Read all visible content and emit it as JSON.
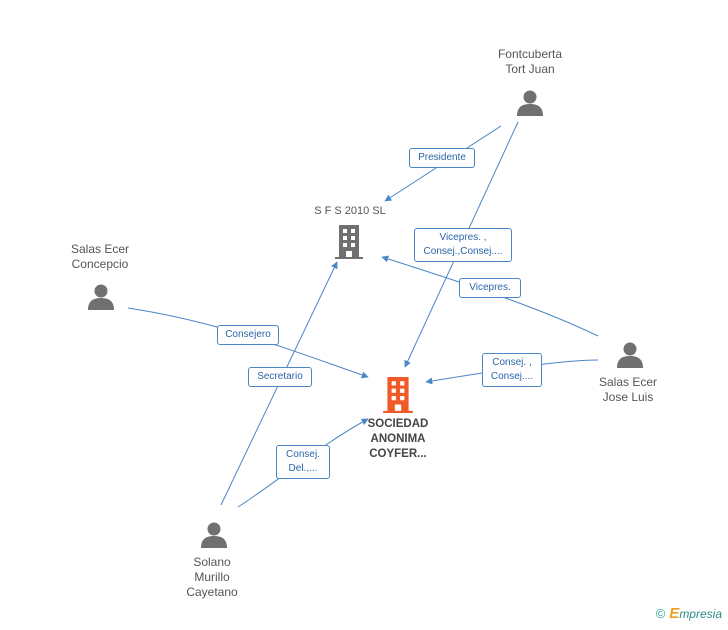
{
  "nodes": {
    "fontcuberta": "Fontcuberta\nTort Juan",
    "sfs": "S F S 2010 SL",
    "salas_concepcio": "Salas Ecer\nConcepcio",
    "salas_jose": "Salas Ecer\nJose Luis",
    "sociedad": "SOCIEDAD\nANONIMA\nCOYFER...",
    "solano": "Solano\nMurillo\nCayetano"
  },
  "edges": {
    "presidente": "Presidente",
    "vicepres_consej": "Vicepres. ,\nConsej.,Consej....",
    "vicepres": "Vicepres.",
    "consejero": "Consejero",
    "secretario": "Secretario",
    "consej_jose": "Consej. ,\nConsej....",
    "consej_del": "Consej.\nDel.,..."
  },
  "footer": {
    "copyright": "©",
    "brand_e": "E",
    "brand": "mpresia"
  },
  "colors": {
    "edge": "#4a86c8",
    "person": "#707070",
    "company": "#707070",
    "company_main": "#f05a28"
  }
}
